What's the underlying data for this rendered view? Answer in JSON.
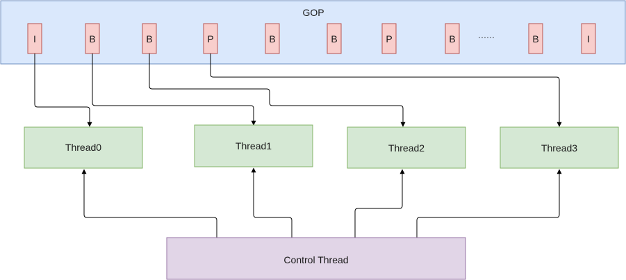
{
  "gop": {
    "title": "GOP",
    "frames": [
      "I",
      "B",
      "B",
      "P",
      "B",
      "B",
      "P",
      "B",
      "B",
      "I"
    ],
    "ellipsis": "······"
  },
  "threads": [
    "Thread0",
    "Thread1",
    "Thread2",
    "Thread3"
  ],
  "control": {
    "label": "Control Thread"
  },
  "colors": {
    "gop_fill": "#dae8fc",
    "gop_stroke": "#6c8ebf",
    "frame_fill": "#f8cecc",
    "frame_stroke": "#b85450",
    "thread_fill": "#d5e8d4",
    "thread_stroke": "#82b366",
    "control_fill": "#e1d5e7",
    "control_stroke": "#9673a6",
    "edge": "#000000"
  }
}
